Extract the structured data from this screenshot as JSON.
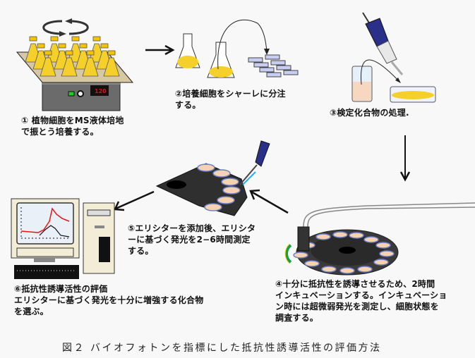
{
  "steps": [
    {
      "id": 1,
      "lines": [
        "① 植物細胞をMS液体培地",
        "で振とう培養する。"
      ]
    },
    {
      "id": 2,
      "lines": [
        "②培養細胞をシャーレに分注",
        "する。"
      ]
    },
    {
      "id": 3,
      "lines": [
        "③検定化合物の処理."
      ]
    },
    {
      "id": 4,
      "lines": [
        "④十分に抵抗性を誘導させるため、2時間",
        "インキュベーションする。インキュベーショ",
        "ン時には超微弱発光を測定し、細胞状態を",
        "調査する。"
      ]
    },
    {
      "id": 5,
      "lines": [
        "⑤エリシターを添加後、エリシタ",
        "ーに基づく発光を2−6時間測定",
        "する。"
      ]
    },
    {
      "id": 6,
      "lines": [
        "⑥抵抗性誘導活性の評価",
        "エリシターに基づく発光を十分に増強する化合物",
        "を選ぶ。"
      ]
    }
  ],
  "shaker_display": "120",
  "caption": "図２ バイオフォトンを指標にした抵抗性誘導活性の評価方法",
  "colors": {
    "background": "#f8f8f8",
    "medium_yellow": "#f5d02a",
    "pipette_blue": "#2a2f8a",
    "display_red": "#e01010",
    "chart_red": "#ee1111",
    "wheel_dark": "#333333",
    "cell_peach": "#f6d2b0",
    "rotate_green": "#1a9a5a"
  },
  "icons": {
    "rotation": "rotation-arrows-icon",
    "shaker": "shaker-icon",
    "flask": "flask-icon",
    "petri_dish": "petri-dish-icon",
    "pipette": "pipette-icon",
    "beaker": "beaker-icon",
    "luminometer": "luminometer-wheel-icon",
    "computer": "computer-icon",
    "flow_arrow": "arrow-icon"
  }
}
